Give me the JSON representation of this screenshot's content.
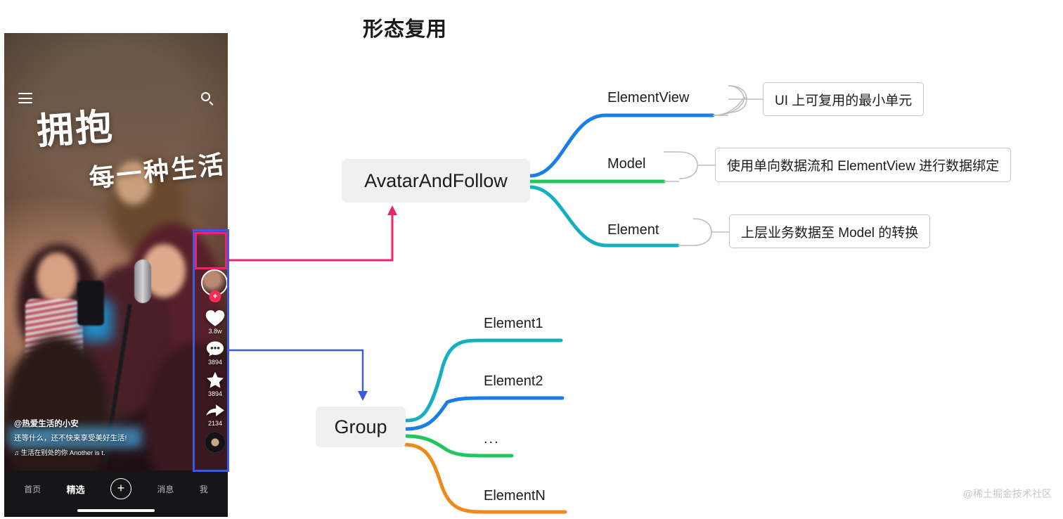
{
  "page": {
    "title": "形态复用",
    "watermark": "@稀土掘金技术社区",
    "colors": {
      "branch_blue": "#1a7ee8",
      "branch_green": "#22c55e",
      "branch_teal": "#14b0c0",
      "branch_orange": "#f0891b",
      "arrow_pink": "#e8266e",
      "arrow_blue": "#3b5bdb",
      "node_bg": "#f0f0f0"
    }
  },
  "phone": {
    "hamburger_icon": "hamburger-menu-icon",
    "search_icon": "search-icon",
    "calligraphy_line1": "拥抱",
    "calligraphy_line2": "每一种生活",
    "actions": [
      {
        "icon": "avatar-follow-icon",
        "label": "",
        "plus": "+"
      },
      {
        "icon": "heart-icon",
        "label": "3.8w"
      },
      {
        "icon": "comment-icon",
        "label": "3894"
      },
      {
        "icon": "star-icon",
        "label": "3894"
      },
      {
        "icon": "share-icon",
        "label": "2134"
      },
      {
        "icon": "music-disc-icon",
        "label": ""
      }
    ],
    "caption": {
      "user": "@热爱生活的小安",
      "text": "还等什么，还不快来享受美好生活!",
      "music": "♫ 生活在别处的你 Another is t."
    },
    "nav": [
      {
        "label": "首页",
        "active": false
      },
      {
        "label": "精选",
        "active": true
      },
      {
        "label": "+",
        "active": false
      },
      {
        "label": "消息",
        "active": false
      },
      {
        "label": "我",
        "active": false
      }
    ]
  },
  "mindmap": {
    "root_avatar": "AvatarAndFollow",
    "root_group": "Group",
    "avatar_children": [
      {
        "label": "ElementView",
        "desc": "UI 上可复用的最小单元",
        "color": "#1a7ee8"
      },
      {
        "label": "Model",
        "desc": "使用单向数据流和 ElementView 进行数据绑定",
        "color": "#22c55e"
      },
      {
        "label": "Element",
        "desc": "上层业务数据至 Model 的转换",
        "color": "#14b0c0"
      }
    ],
    "group_children": [
      {
        "label": "Element1",
        "color": "#14b0c0"
      },
      {
        "label": "Element2",
        "color": "#1a7ee8"
      },
      {
        "label": "...",
        "color": "#22c55e"
      },
      {
        "label": "ElementN",
        "color": "#f0891b"
      }
    ]
  }
}
